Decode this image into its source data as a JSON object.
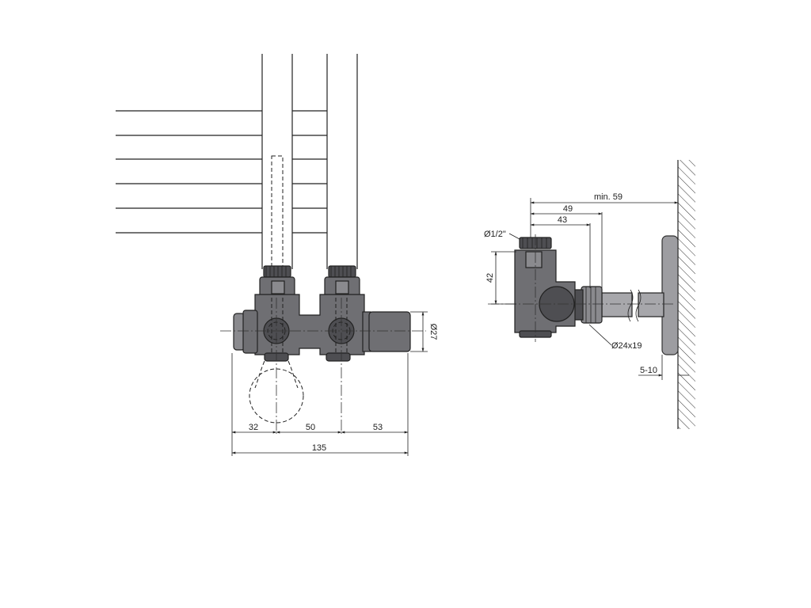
{
  "front_view": {
    "dimensions": {
      "left": "32",
      "middle": "50",
      "right": "53",
      "overall": "135",
      "diameter": "Ø27"
    }
  },
  "side_view": {
    "dimensions": {
      "min_depth": "min. 59",
      "depth_49": "49",
      "depth_43": "43",
      "thread": "Ø1/2\"",
      "height": "42",
      "connector": "Ø24x19",
      "wall_gap": "5-10"
    }
  },
  "colors": {
    "valve_body": "#6f6f73",
    "valve_dark": "#4e4e52",
    "pipe": "#a7a7ab",
    "rosette": "#9d9da1",
    "line": "#222222"
  }
}
